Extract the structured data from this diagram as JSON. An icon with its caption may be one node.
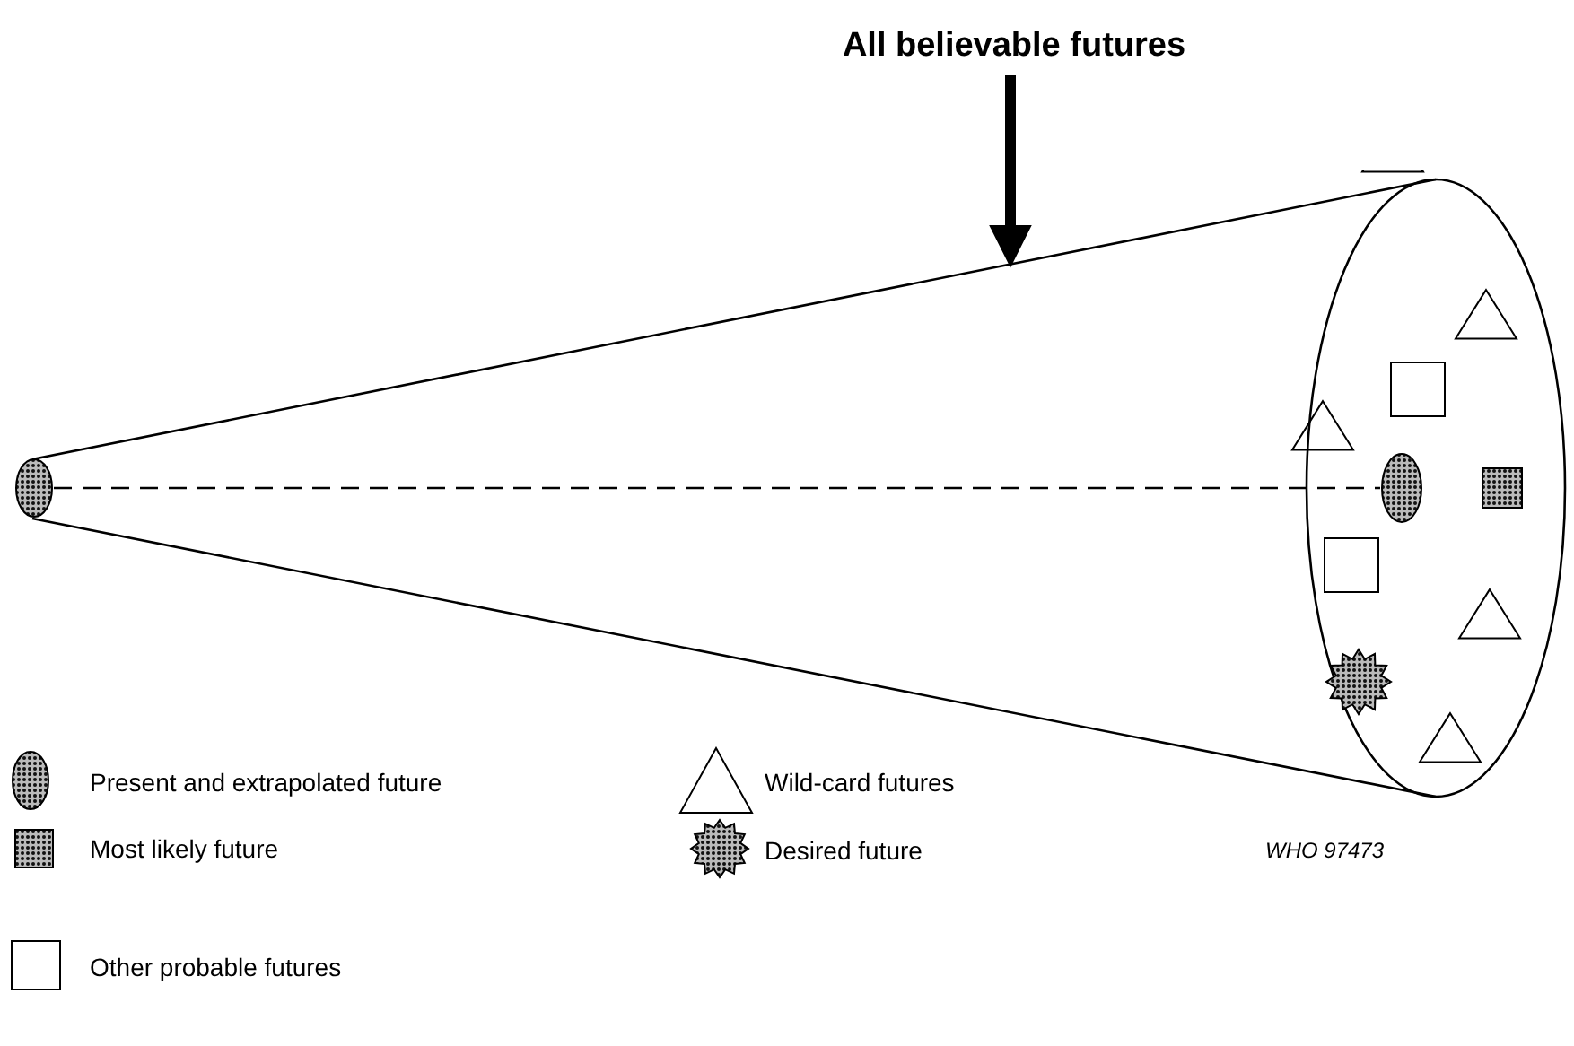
{
  "diagram": {
    "nodes": [
      {
        "text": [
          "All believable futures"
        ]
      },
      {
        "text": [],
        "shape": "cone"
      },
      {
        "text": [],
        "shape": "ellipse",
        "in": 1
      },
      {
        "text": [],
        "shape": "ellipse",
        "in": 1
      }
    ],
    "edges": [
      {
        "from": 0,
        "to": 1,
        "arrow": "to",
        "style": "thick"
      },
      {
        "from": 2,
        "to": 3,
        "arrow": "none",
        "style": "dashed"
      }
    ],
    "labels": [
      "WHO 97473"
    ],
    "legend": [
      {
        "text": "Present and extrapolated future"
      },
      {
        "text": "Most likely future"
      },
      {
        "text": "Other probable futures"
      },
      {
        "text": "Wild-card futures"
      },
      {
        "text": "Desired future"
      }
    ]
  }
}
